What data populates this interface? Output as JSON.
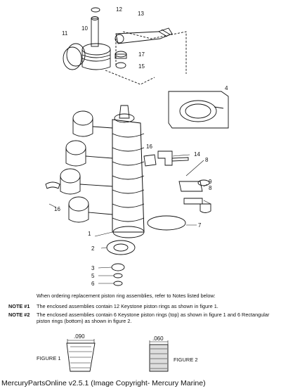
{
  "callouts": {
    "c1": "1",
    "c2": "2",
    "c3": "3",
    "c4": "4",
    "c5": "5",
    "c6": "6",
    "c7": "7",
    "c8": "8",
    "c8b": "8",
    "c9": "9",
    "c10": "10",
    "c11": "11",
    "c12": "12",
    "c13": "13",
    "c14": "14",
    "c15": "15",
    "c16a": "16",
    "c16b": "16",
    "c17": "17"
  },
  "notes": {
    "intro": "When ordering replacement piston ring assemblies, refer to Notes listed below:",
    "note1_label": "NOTE #1",
    "note1_text": "The enclosed assemblies contain 12 Keystone piston rings as shown in figure 1.",
    "note2_label": "NOTE #2",
    "note2_text": "The enclosed assemblies contain 6 Keystone piston rings (top) as shown in figure 1 and 6 Rectangular piston rings (bottom) as shown in figure 2."
  },
  "figures": {
    "fig1_label": "FIGURE 1",
    "fig1_dim": ".090",
    "fig2_label": "FIGURE 2",
    "fig2_dim": ".060"
  },
  "footer": "MercuryPartsOnline v2.5.1 (Image Copyright- Mercury Marine)"
}
